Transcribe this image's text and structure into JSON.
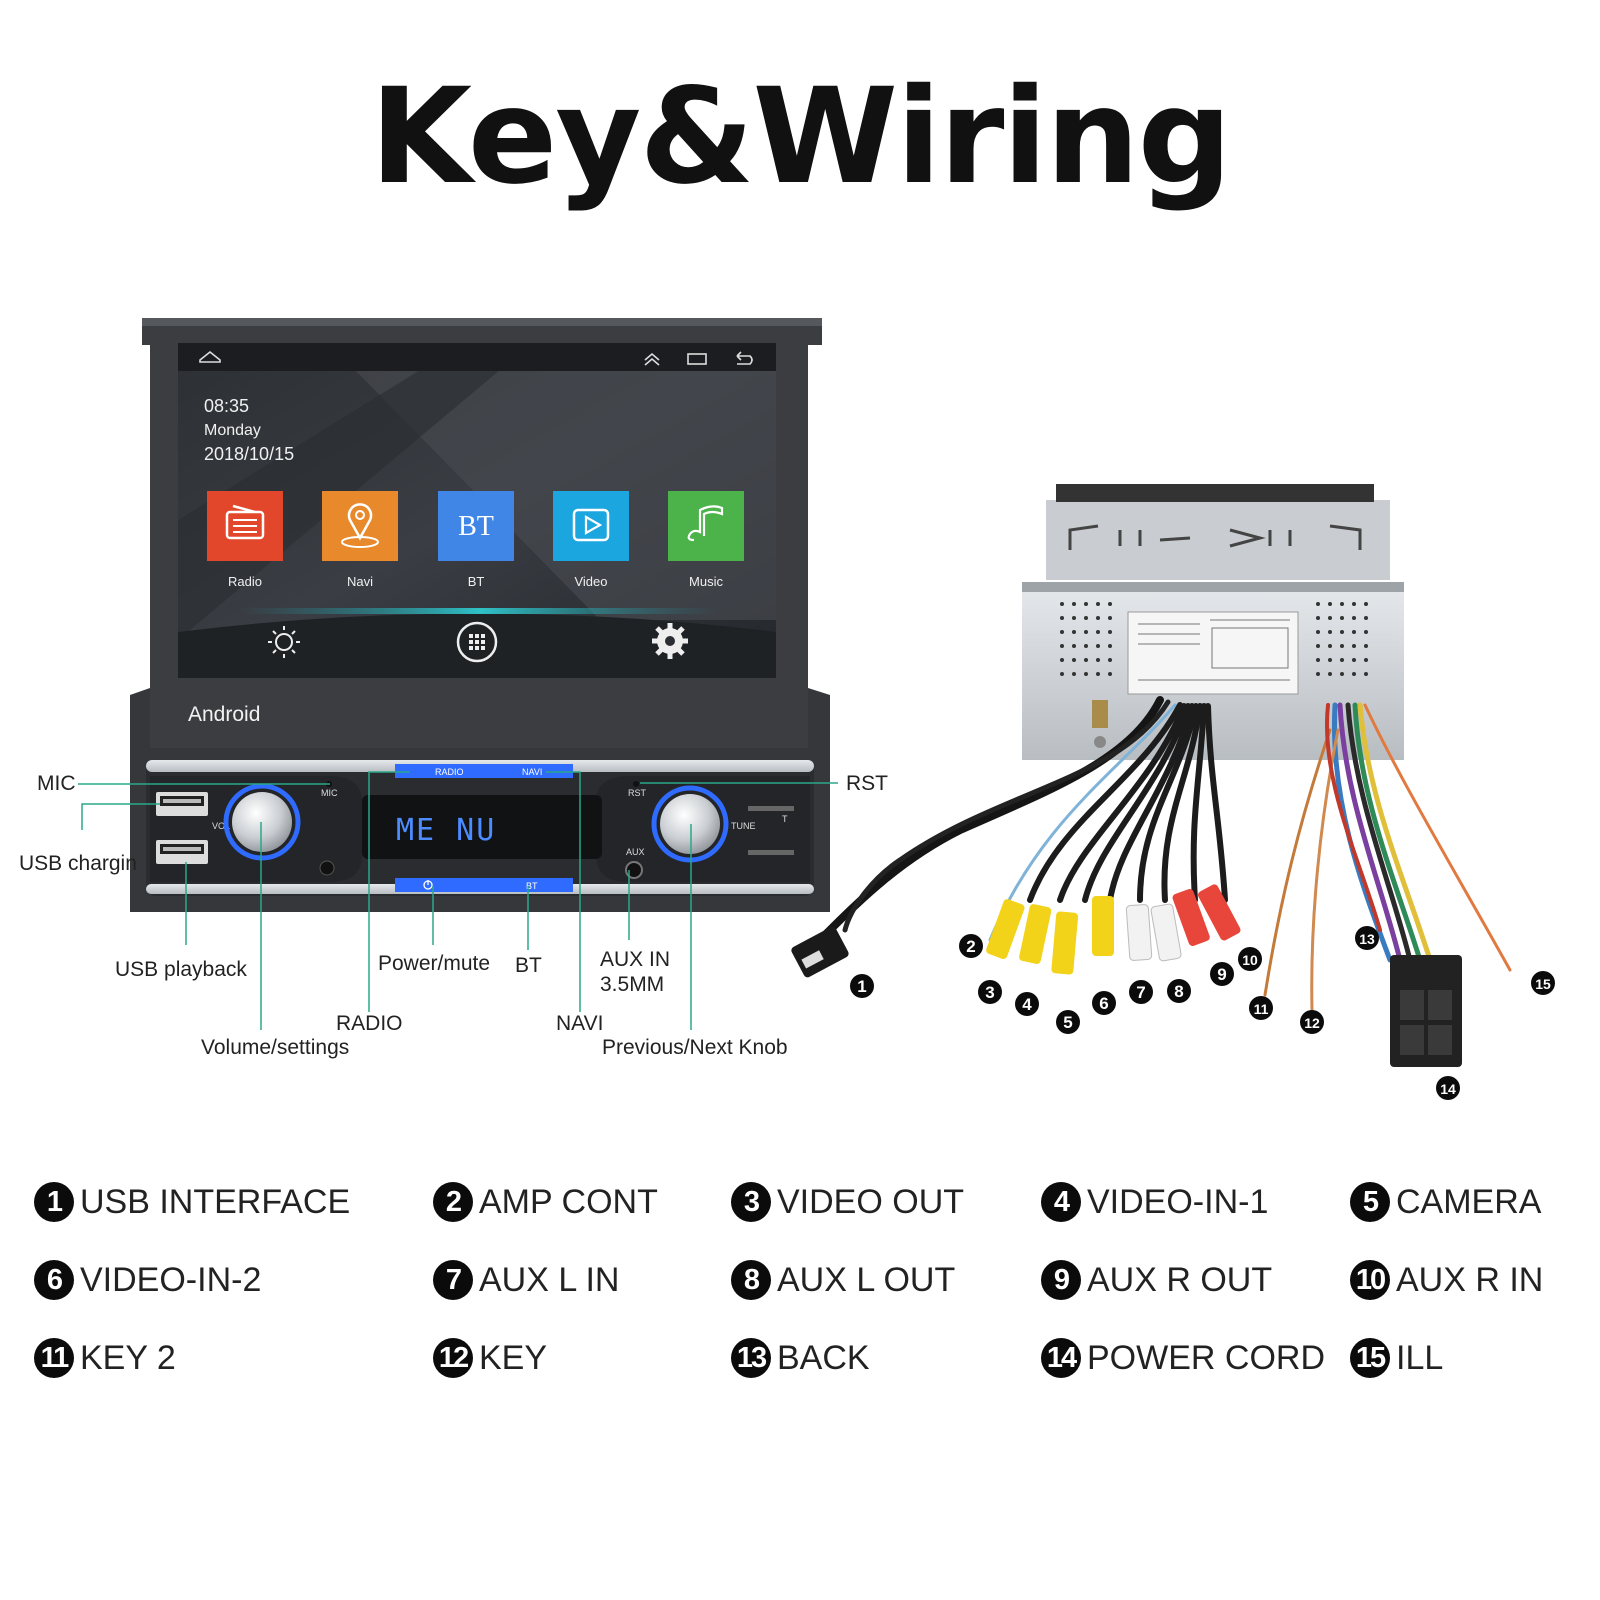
{
  "title": "Key&Wiring",
  "screen": {
    "time": "08:35",
    "day": "Monday",
    "date": "2018/10/15",
    "apps": [
      {
        "label": "Radio",
        "icon": "radio-icon",
        "color": "#e2472b"
      },
      {
        "label": "Navi",
        "icon": "map-pin-icon",
        "color": "#e88a2c"
      },
      {
        "label": "BT",
        "icon": "bt-text-icon",
        "color": "#3f86e6"
      },
      {
        "label": "Video",
        "icon": "play-icon",
        "color": "#1ba6e0"
      },
      {
        "label": "Music",
        "icon": "music-note-icon",
        "color": "#4bb34a"
      }
    ],
    "brand": "Android",
    "display": "ME NU"
  },
  "panel_labels": {
    "radio": "RADIO",
    "navi": "NAVI",
    "bt": "BT",
    "mic": "MIC",
    "rst": "RST",
    "vol": "VOL",
    "tune": "TUNE",
    "aux": "AUX",
    "t": "T"
  },
  "callouts": {
    "mic": "MIC",
    "usb_charging": "USB chargin",
    "usb_playback": "USB playback",
    "volume": "Volume/settings",
    "radio": "RADIO",
    "power": "Power/mute",
    "bt": "BT",
    "navi": "NAVI",
    "aux_line1": "AUX IN",
    "aux_line2": "3.5MM",
    "knob": "Previous/Next Knob",
    "rst": "RST"
  },
  "wiring_numbers": [
    "1",
    "2",
    "3",
    "4",
    "5",
    "6",
    "7",
    "8",
    "9",
    "10",
    "11",
    "12",
    "13",
    "14",
    "15"
  ],
  "legend": [
    {
      "num": "1",
      "label": "USB INTERFACE"
    },
    {
      "num": "2",
      "label": "AMP CONT"
    },
    {
      "num": "3",
      "label": "VIDEO OUT"
    },
    {
      "num": "4",
      "label": "VIDEO-IN-1"
    },
    {
      "num": "5",
      "label": "CAMERA"
    },
    {
      "num": "6",
      "label": "VIDEO-IN-2"
    },
    {
      "num": "7",
      "label": "AUX L IN"
    },
    {
      "num": "8",
      "label": "AUX L OUT"
    },
    {
      "num": "9",
      "label": "AUX R OUT"
    },
    {
      "num": "10",
      "label": "AUX R IN"
    },
    {
      "num": "11",
      "label": "KEY 2"
    },
    {
      "num": "12",
      "label": "KEY"
    },
    {
      "num": "13",
      "label": "BACK"
    },
    {
      "num": "14",
      "label": "POWER CORD"
    },
    {
      "num": "15",
      "label": "ILL"
    }
  ],
  "colors": {
    "callout_line": "#2aa889",
    "panel_blue": "#2f6bff",
    "rca_yellow": "#f3d21a",
    "rca_white": "#f2f2f2",
    "rca_red": "#e8463b"
  }
}
